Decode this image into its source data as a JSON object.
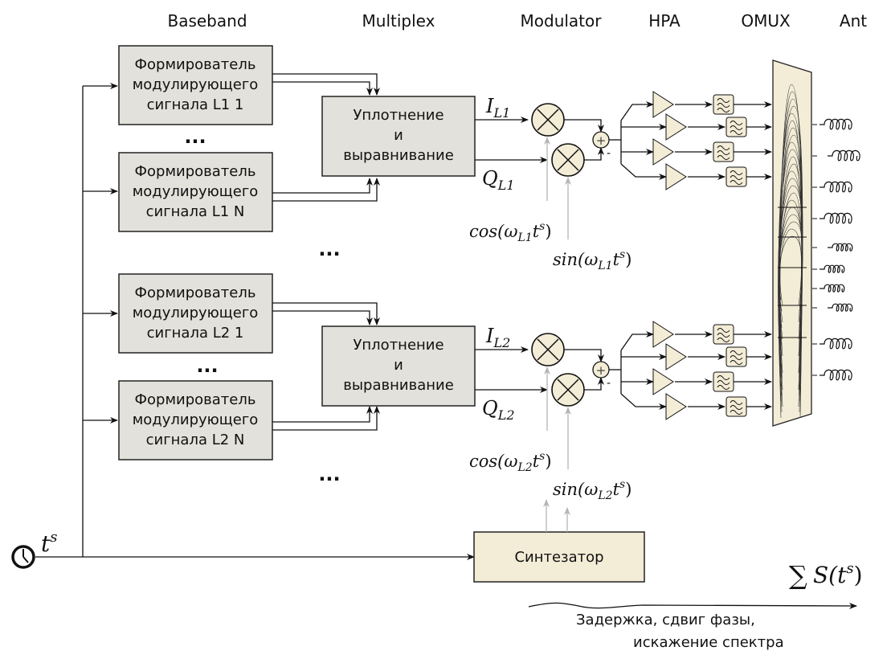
{
  "stage_headers": [
    "Baseband",
    "Multiplex",
    "Modulator",
    "HPA",
    "OMUX",
    "Ant"
  ],
  "baseband_blocks": [
    {
      "line1": "Формирователь",
      "line2": "модулирующего",
      "line3": "сигнала L1 1"
    },
    {
      "line1": "Формирователь",
      "line2": "модулирующего",
      "line3": "сигнала L1 N"
    },
    {
      "line1": "Формирователь",
      "line2": "модулирующего",
      "line3": "сигнала L2 1"
    },
    {
      "line1": "Формирователь",
      "line2": "модулирующего",
      "line3": "сигнала L2 N"
    }
  ],
  "mux_blocks": [
    {
      "line1": "Уплотнение",
      "line2": "и",
      "line3": "выравнивание"
    },
    {
      "line1": "Уплотнение",
      "line2": "и",
      "line3": "выравнивание"
    }
  ],
  "ellipsis": "...",
  "chains": [
    {
      "i_label": "I",
      "i_sub": "L1",
      "q_label": "Q",
      "q_sub": "L1",
      "cos_label": "cos(ω",
      "cos_sub": "L1",
      "cos_tail": "t",
      "sin_label": "sin(ω",
      "sin_sub": "L1",
      "sin_tail": "t",
      "sup": "s",
      "close": ")",
      "plus": "+",
      "minus": "-"
    },
    {
      "i_label": "I",
      "i_sub": "L2",
      "q_label": "Q",
      "q_sub": "L2",
      "cos_label": "cos(ω",
      "cos_sub": "L2",
      "cos_tail": "t",
      "sin_label": "sin(ω",
      "sin_sub": "L2",
      "sin_tail": "t",
      "sup": "s",
      "close": ")",
      "plus": "+",
      "minus": "-"
    }
  ],
  "clock": {
    "icon": "clock-icon",
    "label": "t",
    "sup": "s"
  },
  "synth": {
    "label": "Синтезатор"
  },
  "output": {
    "sum": "∑",
    "s": "S(t",
    "sup": "s",
    "close": ")"
  },
  "channel_note": {
    "line1": "Задержка, сдвиг фазы,",
    "line2": "искажение спектра"
  },
  "colors": {
    "block_gray": "#e2e1db",
    "block_cream": "#f3ecd6",
    "line": "#111111",
    "lo_line": "#b5b5b5"
  }
}
